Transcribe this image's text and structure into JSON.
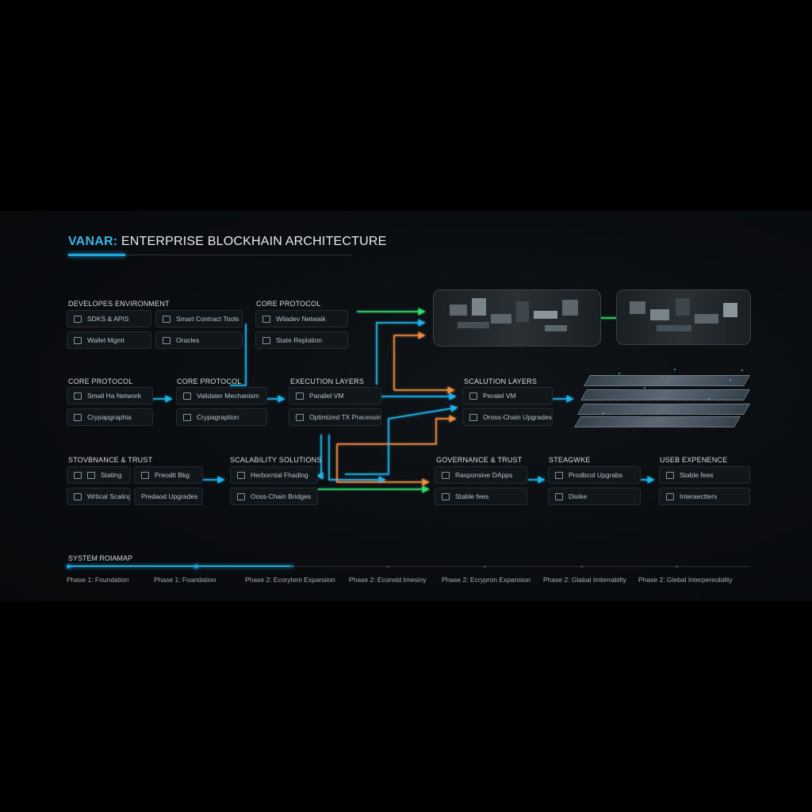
{
  "title": {
    "brand": "VANAR:",
    "rest": " ENTERPRISE BLOCKHAIN ARCHITECTURE"
  },
  "colors": {
    "accent_blue": "#1fa8e0",
    "link_green": "#2ee06a",
    "link_orange": "#f08a3c",
    "link_blue": "#1fb3ea"
  },
  "sections": {
    "developer_env": "DEVELOPES ENVIRONMENT",
    "core_protocol_top": "CORE PROTOCOL",
    "core_protocol_left": "CORE PROTOCOL",
    "core_protocol_mid": "CORE PROTOCOL",
    "execution_layers": "EXECUTION LAYERS",
    "scalution_layers": "SCALUTION LAYERS",
    "governance_left": "STOVBNANCE & TRUST",
    "scalability": "SCALABILITY SOLUTIONS",
    "governance_right": "GOVERNANCE & TRUST",
    "steagwke": "STEAGWKE",
    "user_experience": "USEB EXPENENCE"
  },
  "boxes": {
    "sdks": "SDKS & APIS",
    "smart_contract": "Smart Contract Tools",
    "wallet": "Wallet Mgmt",
    "oracles": "Oracles",
    "validator_network": "Wiladev Netwaik",
    "state_replication": "State Replation",
    "small_node": "Small Ha Network",
    "cryptography_left": "Crypapgraphia",
    "validator_mechanism": "Validater Mechanism",
    "cryptography_mid": "Crypagraption",
    "parallel_vm": "Parallel VM",
    "optimized_tx": "Optimized TX Pracessing",
    "parallel_vm_right": "Peralel VM",
    "cross_chain": "Oross-Chain Upgrades",
    "staking": "Stating",
    "predict": "Preodit Bkg",
    "vertical_scaling": "Wrtical Scaling",
    "protocol_upgrades_left": "Predaod Upgrades",
    "horizontal_sharding": "Herborntal Fhading",
    "cross_chain_bridges": "Ooss-Chain Bridges",
    "responsive_daps": "Rasponsive DApps",
    "stable_fees_mid": "Stable fees",
    "protocol_upgrades_right": "Prodbcol Upgrabs",
    "disks": "Disike",
    "stable_fees_right": "Stable fees",
    "interactions": "Interaectters"
  },
  "roadmap": {
    "title": "SYSTEM ROIAMAP",
    "progress": 0.33,
    "phases": [
      "Phase 1: Foundation",
      "Phase 1: Foandation",
      "Phase 2: Ecorytem Expansion",
      "Phase 2: Econsld Imesiny",
      "Phase 2: Ecrypron Expansion",
      "Phase 2: Glabal Imterrabilty",
      "Phase 2: Glebal Interpereobility"
    ]
  }
}
